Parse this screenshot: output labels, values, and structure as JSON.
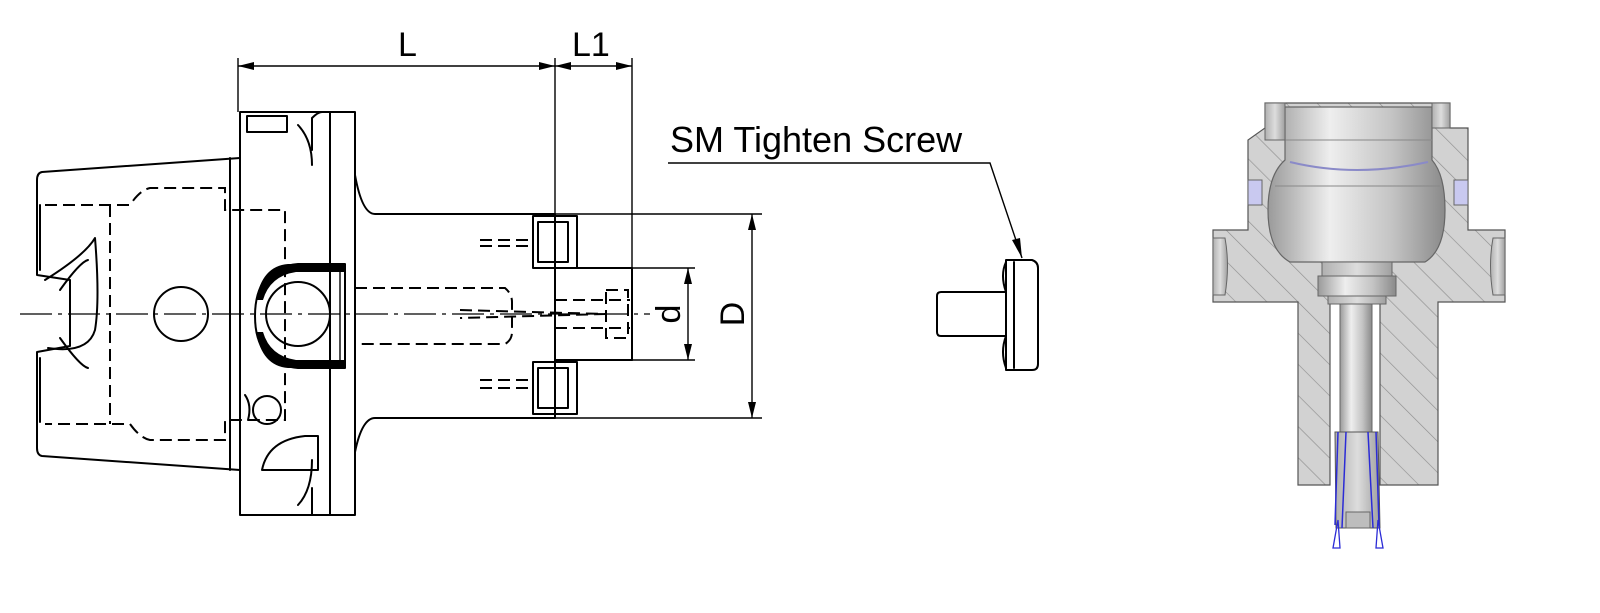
{
  "dimensions": {
    "length": "L",
    "length_1": "L1",
    "bore_diameter": "d",
    "outer_diameter": "D"
  },
  "callout": {
    "label": "SM Tighten Screw"
  },
  "colors": {
    "line": "#000000",
    "section_fill": "#d2d2d2",
    "metal_light": "#e6e6e6",
    "metal_dark": "#a9a9a9",
    "collet_accent": "#2b2bd6"
  }
}
